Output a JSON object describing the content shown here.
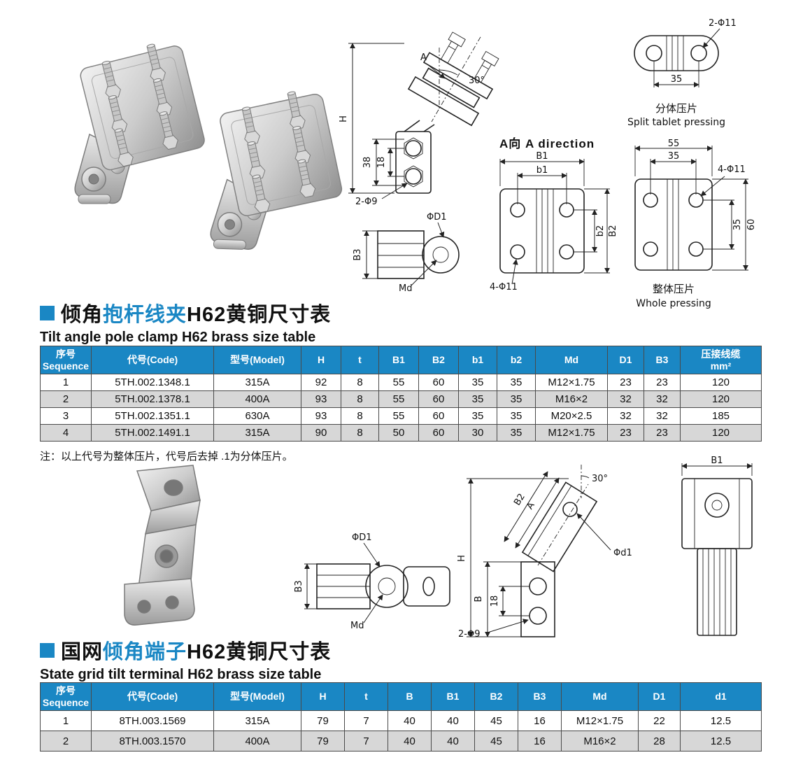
{
  "page": {
    "accent": "#1a87c4",
    "background": "#ffffff"
  },
  "section1": {
    "title": {
      "prefix": "倾角",
      "highlight": "抱杆线夹",
      "suffix": "H62黄铜尺寸表",
      "en": "Tilt angle pole clamp H62 brass size table"
    },
    "note": "注：以上代号为整体压片，代号后去掉 .1为分体压片。",
    "drawing_side": {
      "A": "A",
      "angle": "30°",
      "H": "H",
      "dim38": "38",
      "dim18": "18",
      "holes": "2-Φ9",
      "phiD1": "ΦD1",
      "B3": "B3",
      "Md": "Md"
    },
    "drawing_split": {
      "holes": "2-Φ11",
      "dim35": "35",
      "caption_zh": "分体压片",
      "caption_en": "Split tablet pressing"
    },
    "drawing_adir": {
      "title": "A向  A direction",
      "B1": "B1",
      "b1": "b1",
      "b2": "b2",
      "B2": "B2",
      "holes": "4-Φ11"
    },
    "drawing_whole": {
      "dim55": "55",
      "dim35top": "35",
      "holes": "4-Φ11",
      "dim35r": "35",
      "dim60": "60",
      "caption_zh": "整体压片",
      "caption_en": "Whole pressing"
    },
    "table": {
      "headers": [
        [
          "序号",
          "Sequence"
        ],
        [
          "代号(Code)"
        ],
        [
          "型号(Model)"
        ],
        [
          "H"
        ],
        [
          "t"
        ],
        [
          "B1"
        ],
        [
          "B2"
        ],
        [
          "b1"
        ],
        [
          "b2"
        ],
        [
          "Md"
        ],
        [
          "D1"
        ],
        [
          "B3"
        ],
        [
          "压接线缆",
          "mm²"
        ]
      ],
      "rows": [
        [
          "1",
          "5TH.002.1348.1",
          "315A",
          "92",
          "8",
          "55",
          "60",
          "35",
          "35",
          "M12×1.75",
          "23",
          "23",
          "120"
        ],
        [
          "2",
          "5TH.002.1378.1",
          "400A",
          "93",
          "8",
          "55",
          "60",
          "35",
          "35",
          "M16×2",
          "32",
          "32",
          "120"
        ],
        [
          "3",
          "5TH.002.1351.1",
          "630A",
          "93",
          "8",
          "55",
          "60",
          "35",
          "35",
          "M20×2.5",
          "32",
          "32",
          "185"
        ],
        [
          "4",
          "5TH.002.1491.1",
          "315A",
          "90",
          "8",
          "50",
          "60",
          "30",
          "35",
          "M12×1.75",
          "23",
          "23",
          "120"
        ]
      ]
    }
  },
  "section2": {
    "title": {
      "prefix": "国网",
      "highlight": "倾角端子",
      "suffix": "H62黄铜尺寸表",
      "en": "State grid tilt terminal H62 brass size table"
    },
    "drawing_clevis": {
      "phiD1": "ΦD1",
      "B3": "B3",
      "Md": "Md"
    },
    "drawing_side": {
      "B2": "B2",
      "A": "A",
      "angle": "30°",
      "phid1": "Φd1",
      "H": "H",
      "B": "B",
      "dim18": "18",
      "holes": "2-Φ9"
    },
    "drawing_front": {
      "B1": "B1"
    },
    "table": {
      "headers": [
        [
          "序号",
          "Sequence"
        ],
        [
          "代号(Code)"
        ],
        [
          "型号(Model)"
        ],
        [
          "H"
        ],
        [
          "t"
        ],
        [
          "B"
        ],
        [
          "B1"
        ],
        [
          "B2"
        ],
        [
          "B3"
        ],
        [
          "Md"
        ],
        [
          "D1"
        ],
        [
          "d1"
        ]
      ],
      "rows": [
        [
          "1",
          "8TH.003.1569",
          "315A",
          "79",
          "7",
          "40",
          "40",
          "45",
          "16",
          "M12×1.75",
          "22",
          "12.5"
        ],
        [
          "2",
          "8TH.003.1570",
          "400A",
          "79",
          "7",
          "40",
          "40",
          "45",
          "16",
          "M16×2",
          "28",
          "12.5"
        ]
      ]
    }
  }
}
